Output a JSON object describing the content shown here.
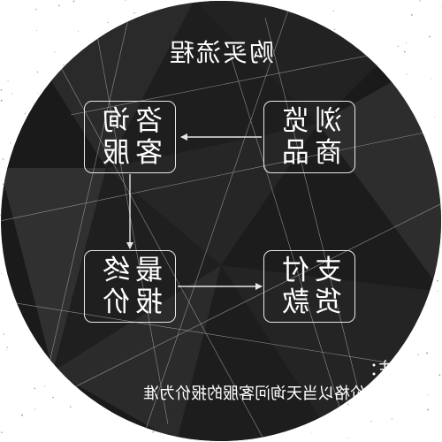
{
  "title": "购买流程",
  "nodes": {
    "browse": "浏览\n商品",
    "consult": "咨询\n客服",
    "quote": "最终\n报价",
    "pay": "支付\n货款"
  },
  "note": {
    "label": "注：",
    "text": "商品最终价格以当天询问客服的报价为准"
  },
  "colors": {
    "background": "#1a1a1a",
    "text": "#ffffff",
    "box_border": "#e8e8e8",
    "arrow": "#e6e6e6"
  },
  "flow": [
    {
      "from": "browse",
      "to": "consult"
    },
    {
      "from": "consult",
      "to": "quote"
    },
    {
      "from": "quote",
      "to": "pay"
    }
  ]
}
